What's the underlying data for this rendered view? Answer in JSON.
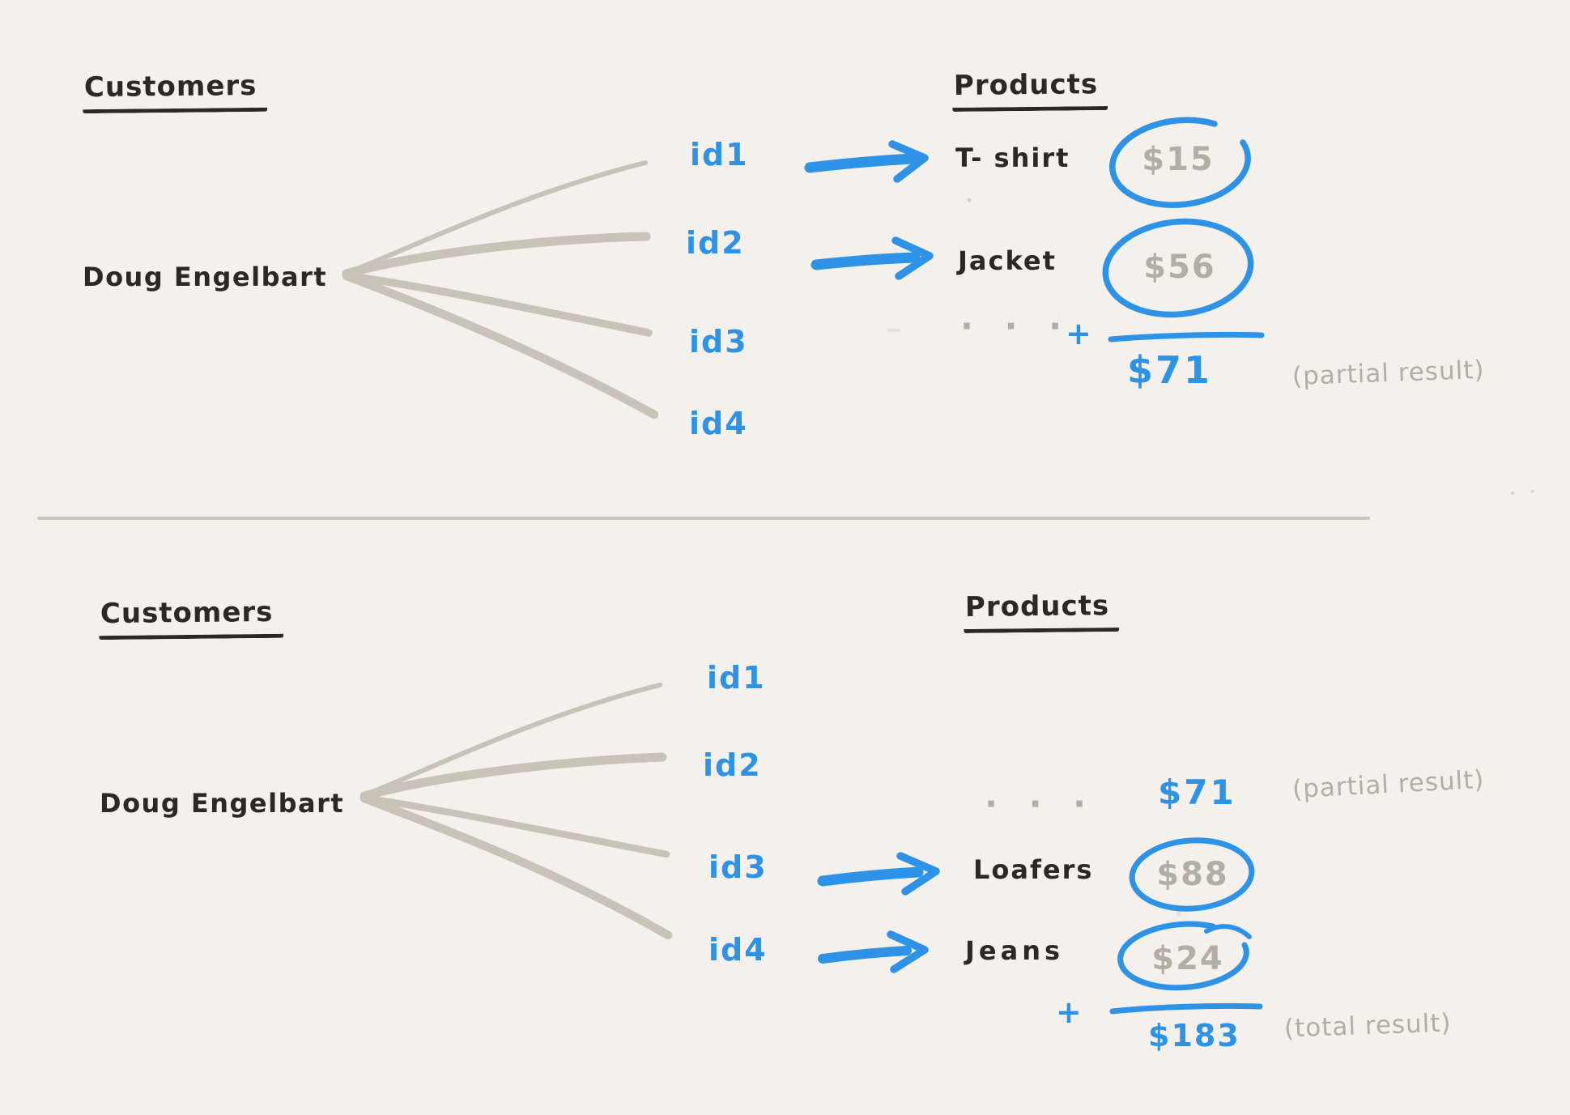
{
  "palette": {
    "background": "#f4f1ed",
    "ink": "#2d2824",
    "accent_blue": "#2e93e6",
    "muted_gray_text": "#b3ada4",
    "sketch_line_gray": "#c9c2b8"
  },
  "top_panel": {
    "customers_heading": "Customers",
    "customer": "Doug Engelbart",
    "products_heading": "Products",
    "ids": [
      "id1",
      "id2",
      "id3",
      "id4"
    ],
    "mappings": [
      {
        "id": "id1",
        "product": "T- shirt",
        "price": "$15"
      },
      {
        "id": "id2",
        "product": "Jacket",
        "price": "$56"
      }
    ],
    "ellipsis": "· · ·",
    "plus": "+",
    "partial_sum": "$71",
    "partial_label": "(partial result)"
  },
  "bottom_panel": {
    "customers_heading": "Customers",
    "customer": "Doug Engelbart",
    "products_heading": "Products",
    "ids": [
      "id1",
      "id2",
      "id3",
      "id4"
    ],
    "ellipsis": "· · ·",
    "carried_partial": "$71",
    "carried_label": "(partial result)",
    "mappings": [
      {
        "id": "id3",
        "product": "Loafers",
        "price": "$88"
      },
      {
        "id": "id4",
        "product": "Jeans",
        "price": "$24"
      }
    ],
    "plus": "+",
    "total_sum": "$183",
    "total_label": "(total result)"
  }
}
